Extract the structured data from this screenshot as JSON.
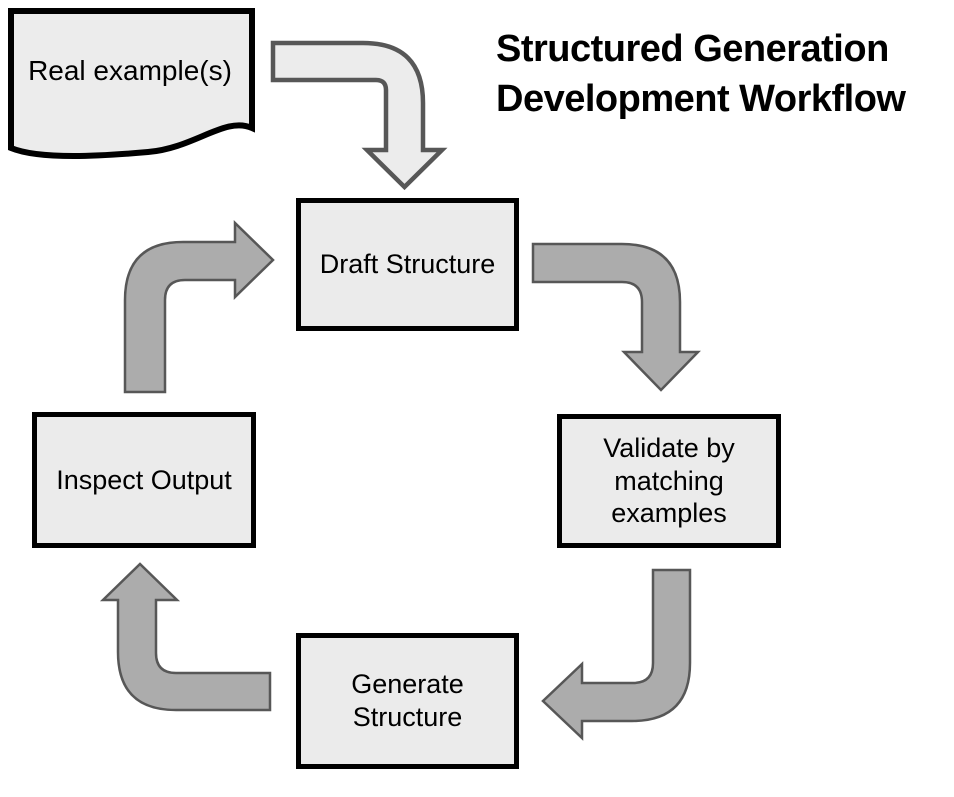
{
  "title": {
    "line1": "Structured Generation",
    "line2": "Development Workflow"
  },
  "nodes": {
    "real_examples": {
      "label": "Real example(s)",
      "shape": "document"
    },
    "draft": {
      "label": "Draft Structure",
      "shape": "rectangle"
    },
    "validate": {
      "label": "Validate by matching examples",
      "shape": "rectangle"
    },
    "generate": {
      "label": "Generate Structure",
      "shape": "rectangle"
    },
    "inspect": {
      "label": "Inspect Output",
      "shape": "rectangle"
    }
  },
  "edges": [
    {
      "from": "real_examples",
      "to": "draft",
      "style": "light",
      "direction": "right-then-down"
    },
    {
      "from": "draft",
      "to": "validate",
      "style": "dark",
      "direction": "right-then-down"
    },
    {
      "from": "validate",
      "to": "generate",
      "style": "dark",
      "direction": "down-then-left"
    },
    {
      "from": "generate",
      "to": "inspect",
      "style": "dark",
      "direction": "left-then-up"
    },
    {
      "from": "inspect",
      "to": "draft",
      "style": "dark",
      "direction": "up-then-right"
    }
  ],
  "colors": {
    "background": "#ffffff",
    "text": "#000000",
    "node_fill": "#ebebeb",
    "node_border": "#000000",
    "document_fill": "#ececec",
    "arrow_dark_fill": "#acacac",
    "arrow_light_fill": "#ececec",
    "arrow_stroke": "#575757"
  }
}
